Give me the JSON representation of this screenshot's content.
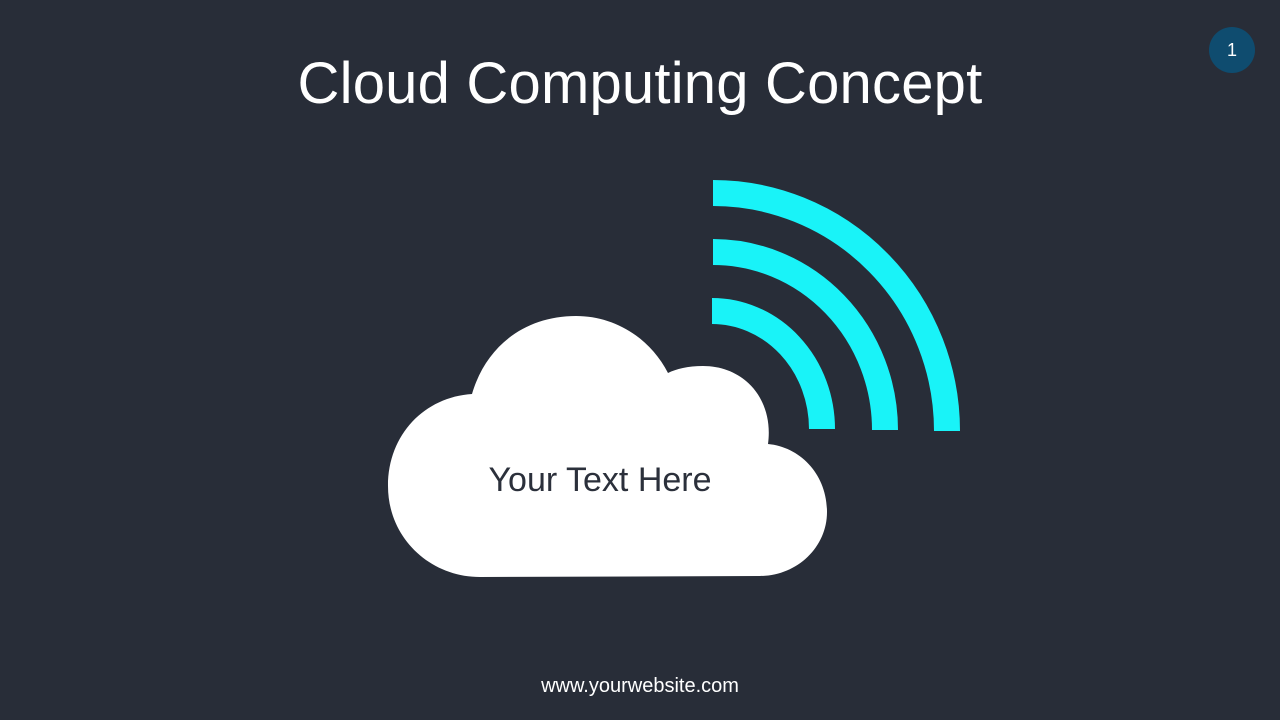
{
  "slide": {
    "title": "Cloud Computing Concept",
    "page_number": "1",
    "cloud_text": "Your Text Here",
    "footer": "www.yourwebsite.com"
  },
  "colors": {
    "background": "#282d38",
    "accent": "#19f3f8",
    "cloud": "#ffffff",
    "badge": "#0f4c6f",
    "cloud_text": "#2b303b"
  },
  "icons": {
    "cloud": "cloud-icon",
    "signal": "wifi-signal-icon"
  }
}
